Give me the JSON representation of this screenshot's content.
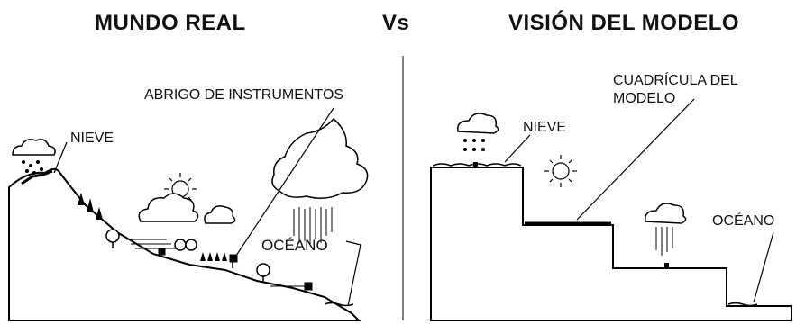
{
  "titles": {
    "left": "MUNDO REAL",
    "vs": "Vs",
    "right": "VISIÓN DEL MODELO"
  },
  "left_labels": {
    "instrument_shelter": "ABRIGO DE INSTRUMENTOS",
    "snow": "NIEVE",
    "ocean": "OCÉANO"
  },
  "right_labels": {
    "grid_line1": "CUADRÍCULA DEL",
    "grid_line2": "MODELO",
    "snow": "NIEVE",
    "ocean": "OCÉANO"
  }
}
